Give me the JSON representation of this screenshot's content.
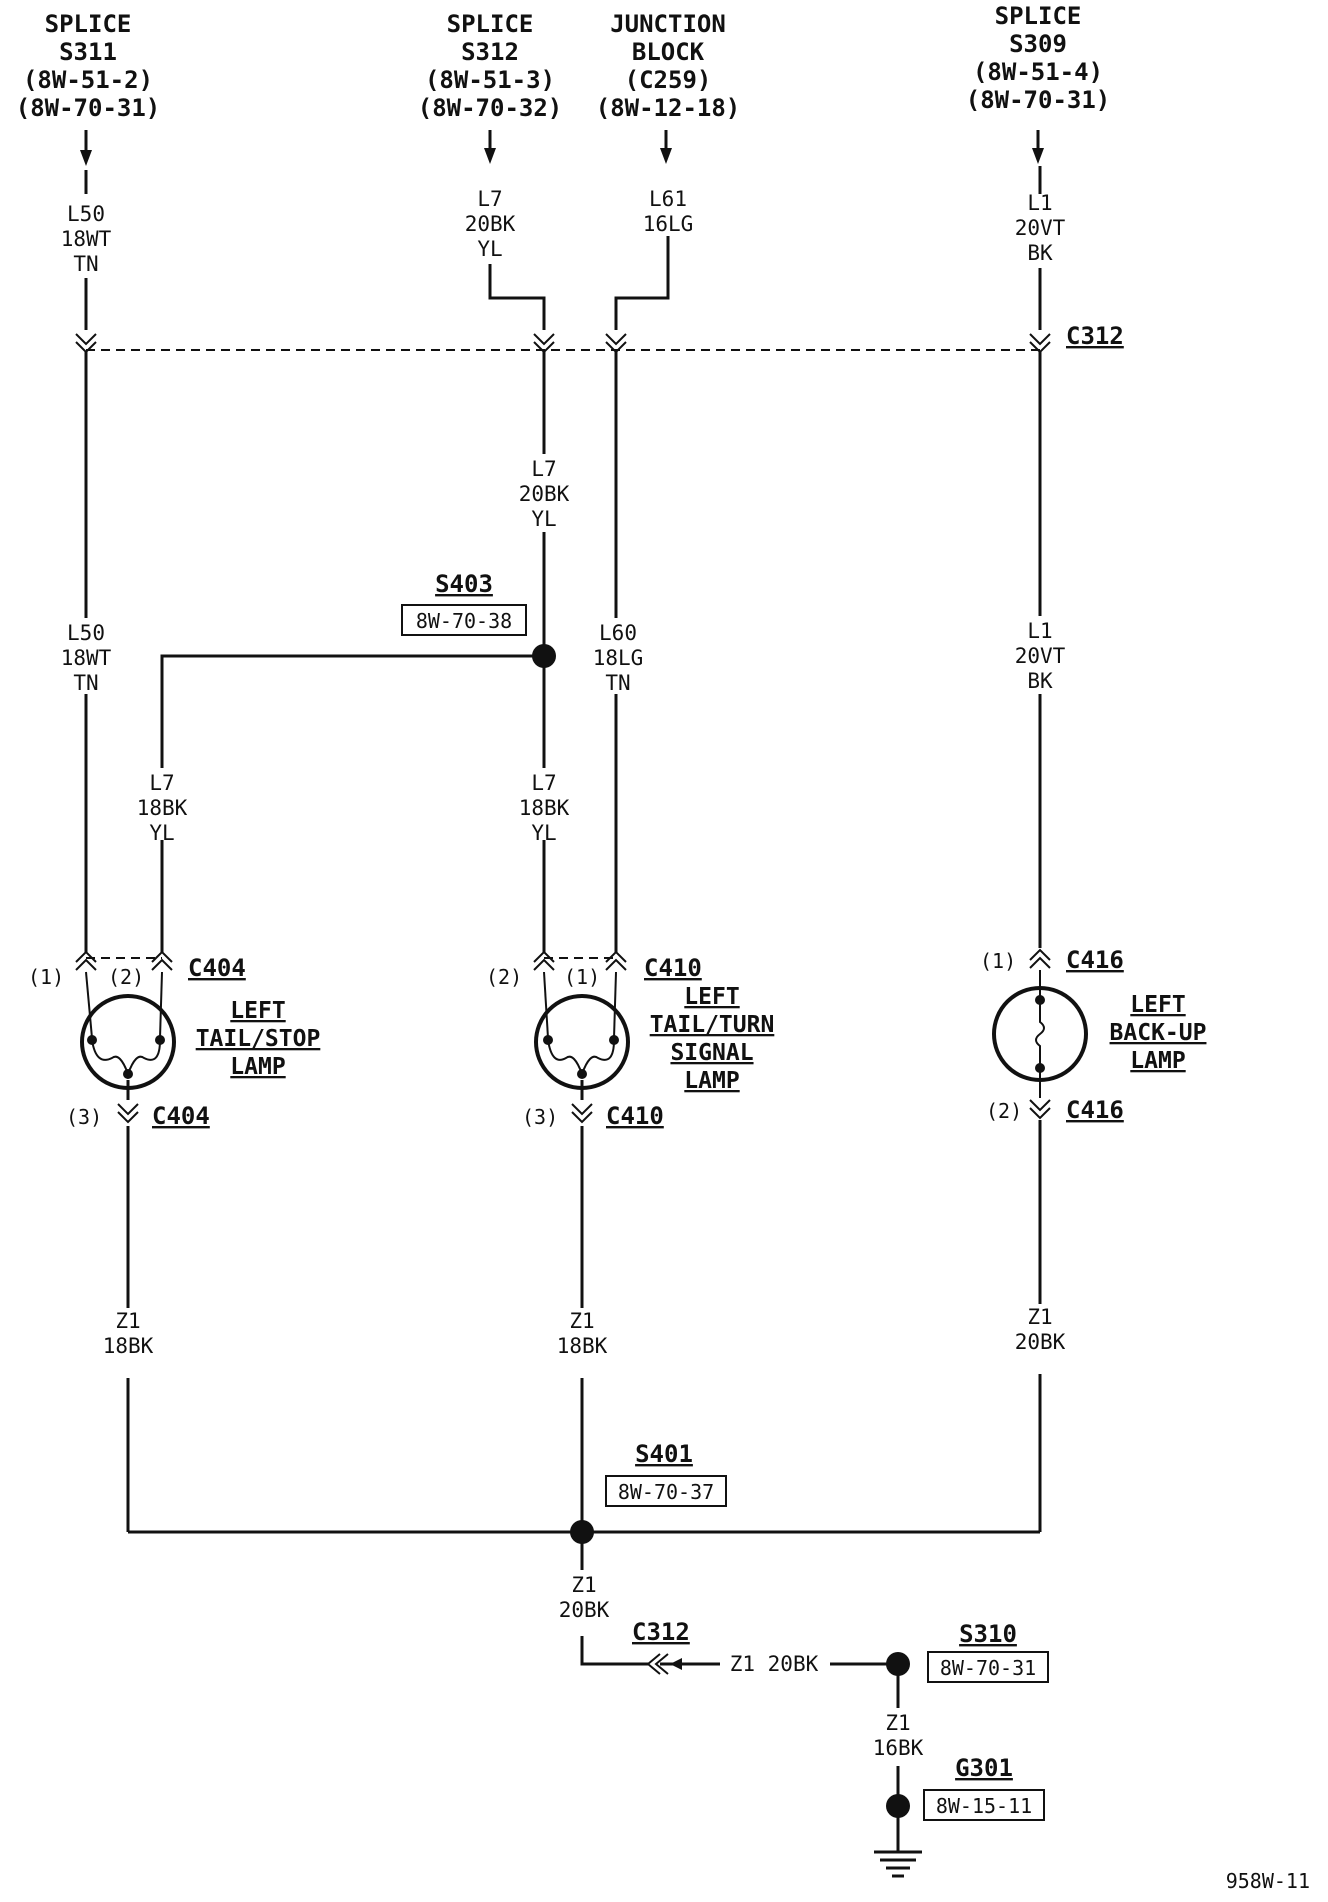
{
  "sources": {
    "s311": [
      "SPLICE",
      "S311",
      "(8W-51-2)",
      "(8W-70-31)"
    ],
    "s312": [
      "SPLICE",
      "S312",
      "(8W-51-3)",
      "(8W-70-32)"
    ],
    "c259": [
      "JUNCTION",
      "BLOCK",
      "(C259)",
      "(8W-12-18)"
    ],
    "s309": [
      "SPLICE",
      "S309",
      "(8W-51-4)",
      "(8W-70-31)"
    ]
  },
  "wires": {
    "l50_top": [
      "L50",
      "18WT",
      "TN"
    ],
    "l7_top": [
      "L7",
      "20BK",
      "YL"
    ],
    "l61_top": [
      "L61",
      "16LG"
    ],
    "l1_top": [
      "L1",
      "20VT",
      "BK"
    ],
    "l7_mid": [
      "L7",
      "20BK",
      "YL"
    ],
    "l50_mid": [
      "L50",
      "18WT",
      "TN"
    ],
    "l60_mid": [
      "L60",
      "18LG",
      "TN"
    ],
    "l1_mid": [
      "L1",
      "20VT",
      "BK"
    ],
    "l7_left": [
      "L7",
      "18BK",
      "YL"
    ],
    "l7_center": [
      "L7",
      "18BK",
      "YL"
    ],
    "z1_left": [
      "Z1",
      "18BK"
    ],
    "z1_center": [
      "Z1",
      "18BK"
    ],
    "z1_right": [
      "Z1",
      "20BK"
    ],
    "z1_s401_down": [
      "Z1",
      "20BK"
    ],
    "z1_horizontal": "Z1 20BK",
    "z1_ground": [
      "Z1",
      "16BK"
    ]
  },
  "connectors": {
    "c312_top": "C312",
    "c404_top": "C404",
    "c404_bottom": "C404",
    "c410_top": "C410",
    "c410_bottom": "C410",
    "c416_top": "C416",
    "c416_bottom": "C416",
    "c312_bottom": "C312"
  },
  "pins": {
    "c404_1": "(1)",
    "c404_2": "(2)",
    "c404_3": "(3)",
    "c410_2": "(2)",
    "c410_1": "(1)",
    "c410_3": "(3)",
    "c416_1": "(1)",
    "c416_2": "(2)"
  },
  "components": {
    "tail_stop": [
      "LEFT",
      "TAIL/STOP",
      "LAMP"
    ],
    "tail_turn": [
      "LEFT",
      "TAIL/TURN",
      "SIGNAL",
      "LAMP"
    ],
    "backup": [
      "LEFT",
      "BACK-UP",
      "LAMP"
    ]
  },
  "splices": {
    "s403": {
      "name": "S403",
      "ref": "8W-70-38"
    },
    "s401": {
      "name": "S401",
      "ref": "8W-70-37"
    },
    "s310": {
      "name": "S310",
      "ref": "8W-70-31"
    },
    "g301": {
      "name": "G301",
      "ref": "8W-15-11"
    }
  },
  "figure_id": "958W-11"
}
